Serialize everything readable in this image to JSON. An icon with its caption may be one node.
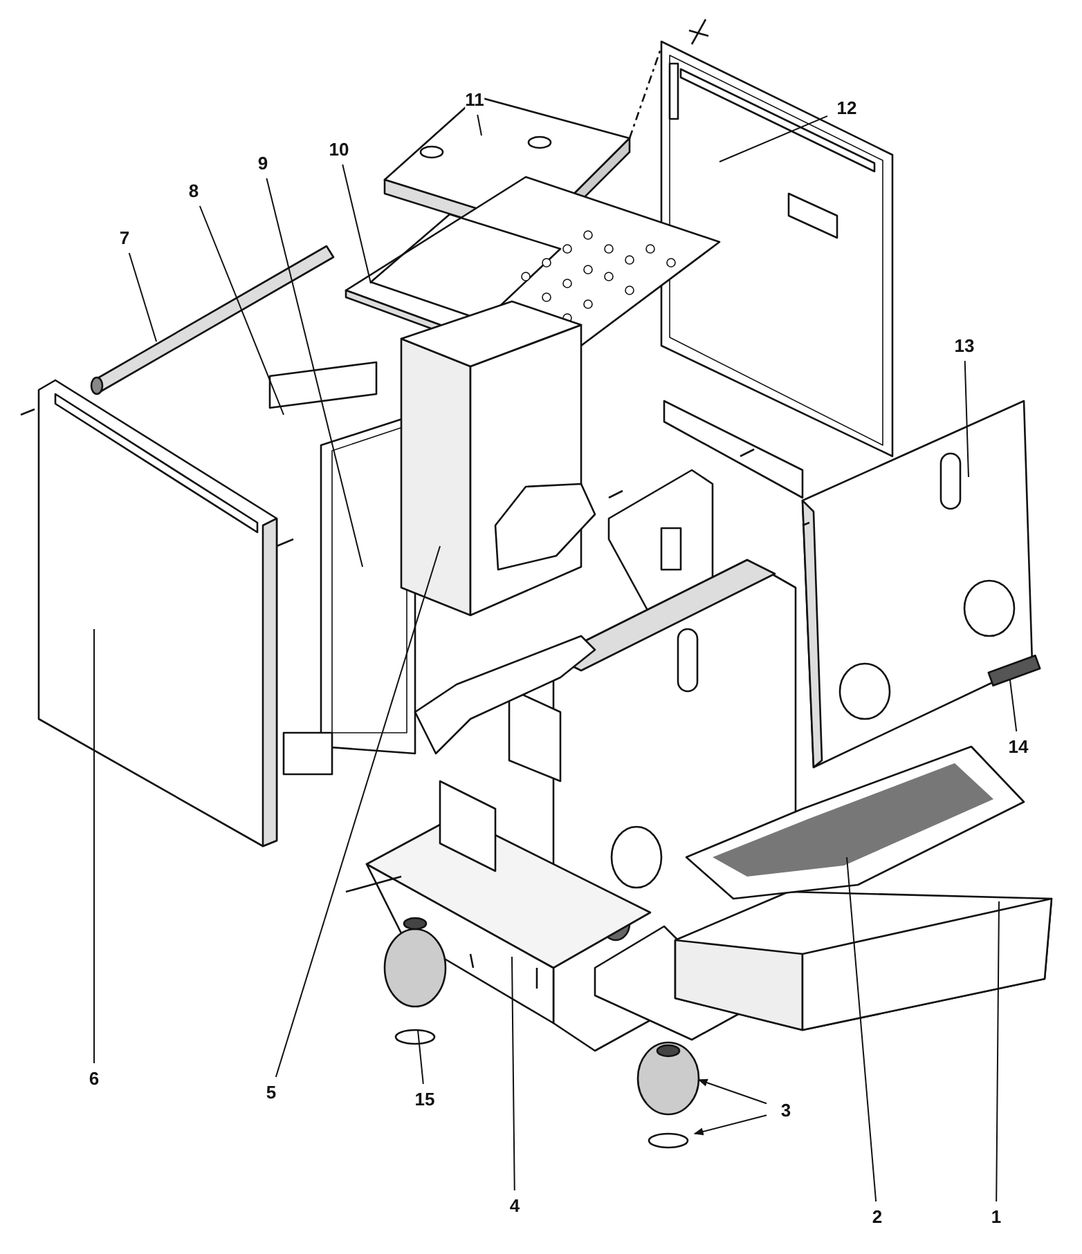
{
  "diagram": {
    "nodes": [
      {
        "text": [
          "11"
        ]
      },
      {
        "text": [
          "12"
        ]
      },
      {
        "text": [
          "10"
        ]
      },
      {
        "text": [
          "9"
        ]
      },
      {
        "text": [
          "8"
        ]
      },
      {
        "text": [
          "7"
        ]
      },
      {
        "text": [
          "13"
        ]
      },
      {
        "text": [
          "14"
        ]
      },
      {
        "text": [
          "6"
        ]
      },
      {
        "text": [
          "5"
        ]
      },
      {
        "text": [
          "15"
        ]
      },
      {
        "text": [
          "3"
        ]
      },
      {
        "text": [
          "4"
        ]
      },
      {
        "text": [
          "2"
        ]
      },
      {
        "text": [
          "1"
        ]
      }
    ],
    "edges": [
      {
        "from": 0,
        "to": null,
        "arrow": "none"
      },
      {
        "from": 1,
        "to": null,
        "arrow": "none"
      },
      {
        "from": 2,
        "to": null,
        "arrow": "none"
      },
      {
        "from": 3,
        "to": null,
        "arrow": "none"
      },
      {
        "from": 4,
        "to": null,
        "arrow": "none"
      },
      {
        "from": 5,
        "to": null,
        "arrow": "none"
      },
      {
        "from": 6,
        "to": null,
        "arrow": "none"
      },
      {
        "from": 7,
        "to": null,
        "arrow": "none"
      },
      {
        "from": 8,
        "to": null,
        "arrow": "none"
      },
      {
        "from": 9,
        "to": null,
        "arrow": "none"
      },
      {
        "from": 10,
        "to": null,
        "arrow": "none"
      },
      {
        "from": 11,
        "to": null,
        "arrow": "to"
      },
      {
        "from": 11,
        "to": null,
        "arrow": "to"
      },
      {
        "from": 12,
        "to": null,
        "arrow": "none"
      },
      {
        "from": 13,
        "to": null,
        "arrow": "none"
      },
      {
        "from": 14,
        "to": null,
        "arrow": "none"
      }
    ]
  }
}
